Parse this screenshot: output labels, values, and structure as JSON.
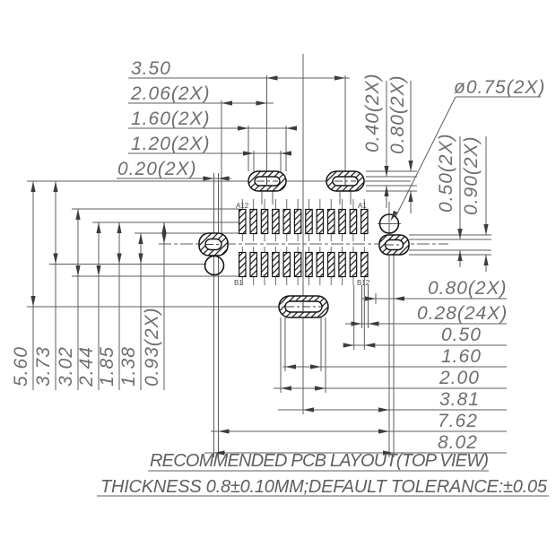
{
  "drawing": {
    "title": "RECOMMENDED PCB LAYOUT(TOP VIEW)",
    "tolerance_note": "THICKNESS 0.8±0.10MM;DEFAULT TOLERANCE:±0.05",
    "hole_callout": "ø0.75(2X)",
    "dims": {
      "top": [
        "3.50",
        "2.06(2X)",
        "1.60(2X)",
        "1.20(2X)",
        "0.20(2X)"
      ],
      "pad_vertical": [
        "0.40(2X)",
        "0.80(2X)"
      ],
      "side_vertical": [
        "0.50(2X)",
        "0.90(2X)"
      ],
      "left": [
        "5.60",
        "3.73",
        "3.02",
        "2.44",
        "1.85",
        "1.38",
        "0.93(2X)"
      ],
      "right": [
        "0.80(2X)",
        "0.28(24X)",
        "0.50",
        "1.60",
        "2.00",
        "3.81",
        "7.62",
        "8.02"
      ]
    },
    "pin_labels": {
      "top_left": "A12",
      "top_right": "A1",
      "bottom_left": "B1",
      "bottom_right": "B12"
    },
    "pads_per_row": 12
  }
}
